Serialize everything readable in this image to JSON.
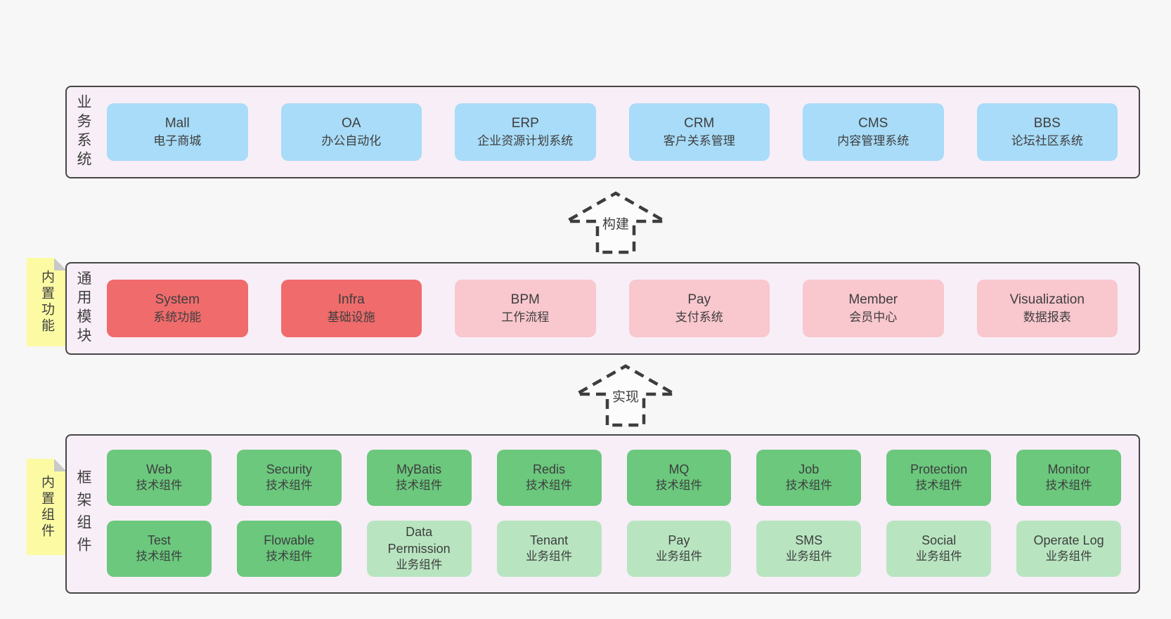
{
  "colors": {
    "container_bg": "#f8eef7",
    "container_border": "#464646",
    "blue": "#a8dcf8",
    "red": "#f06b6b",
    "pink": "#f9c7ce",
    "green_dark": "#6bc87d",
    "green_light": "#b8e5c0",
    "sticky_yellow": "#fcfba3",
    "fold_gray": "#c9c9c9",
    "arrow_fill": "#fcfcfc",
    "arrow_stroke": "#3d3d3d",
    "text": "#3e3e3e"
  },
  "diagram": {
    "layers": [
      {
        "label": "业务系统",
        "boxes": [
          {
            "title": "Mall",
            "subtitle": "电子商城"
          },
          {
            "title": "OA",
            "subtitle": "办公自动化"
          },
          {
            "title": "ERP",
            "subtitle": "企业资源计划系统"
          },
          {
            "title": "CRM",
            "subtitle": "客户关系管理"
          },
          {
            "title": "CMS",
            "subtitle": "内容管理系统"
          },
          {
            "title": "BBS",
            "subtitle": "论坛社区系统"
          }
        ]
      },
      {
        "label": "通用模块",
        "sticky": "内置功能",
        "boxes": [
          {
            "title": "System",
            "subtitle": "系统功能"
          },
          {
            "title": "Infra",
            "subtitle": "基础设施"
          },
          {
            "title": "BPM",
            "subtitle": "工作流程"
          },
          {
            "title": "Pay",
            "subtitle": "支付系统"
          },
          {
            "title": "Member",
            "subtitle": "会员中心"
          },
          {
            "title": "Visualization",
            "subtitle": "数据报表"
          }
        ]
      },
      {
        "label": "框架组件",
        "sticky": "内置组件",
        "rows": [
          [
            {
              "title": "Web",
              "subtitle": "技术组件"
            },
            {
              "title": "Security",
              "subtitle": "技术组件"
            },
            {
              "title": "MyBatis",
              "subtitle": "技术组件"
            },
            {
              "title": "Redis",
              "subtitle": "技术组件"
            },
            {
              "title": "MQ",
              "subtitle": "技术组件"
            },
            {
              "title": "Job",
              "subtitle": "技术组件"
            },
            {
              "title": "Protection",
              "subtitle": "技术组件"
            },
            {
              "title": "Monitor",
              "subtitle": "技术组件"
            }
          ],
          [
            {
              "title": "Test",
              "subtitle": "技术组件"
            },
            {
              "title": "Flowable",
              "subtitle": "技术组件"
            },
            {
              "title": "Data Permission",
              "subtitle": "业务组件"
            },
            {
              "title": "Tenant",
              "subtitle": "业务组件"
            },
            {
              "title": "Pay",
              "subtitle": "业务组件"
            },
            {
              "title": "SMS",
              "subtitle": "业务组件"
            },
            {
              "title": "Social",
              "subtitle": "业务组件"
            },
            {
              "title": "Operate Log",
              "subtitle": "业务组件"
            }
          ]
        ]
      }
    ],
    "arrows": [
      {
        "label": "构建"
      },
      {
        "label": "实现"
      }
    ]
  }
}
